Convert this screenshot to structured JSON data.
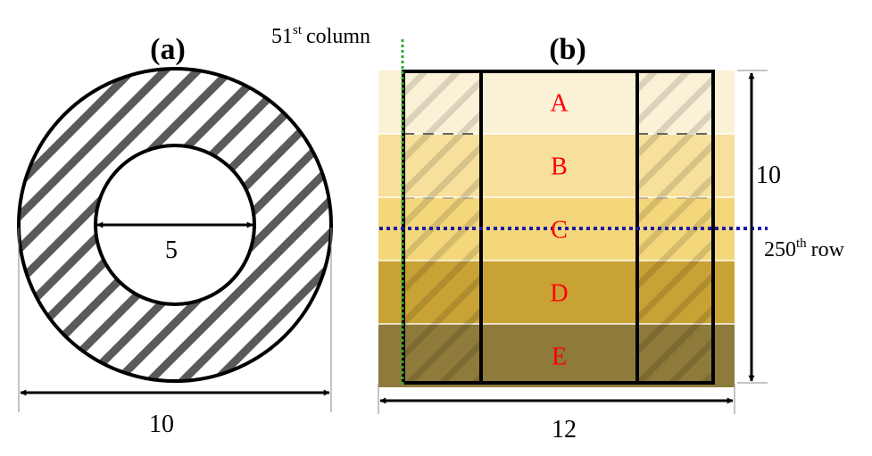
{
  "panel_a": {
    "title": "(a)",
    "inner_diameter": "5",
    "outer_diameter": "10"
  },
  "panel_b": {
    "title": "(b)",
    "layers": [
      {
        "label": "A",
        "color": "#fbf1d6"
      },
      {
        "label": "B",
        "color": "#f7df9c"
      },
      {
        "label": "C",
        "color": "#f4d77a"
      },
      {
        "label": "D",
        "color": "#c9a235"
      },
      {
        "label": "E",
        "color": "#8e7a3a"
      }
    ],
    "height_label": "10",
    "width_label": "12",
    "column_annotation": {
      "number": "51",
      "suffix": "st",
      "word": "column"
    },
    "row_annotation": {
      "number": "250",
      "suffix": "th",
      "word": "row"
    }
  },
  "colors": {
    "hatch": "#5a5a5a",
    "layer_text": "#ff0000",
    "row_line": "#1a1aaa",
    "column_line": "#33aa33",
    "outline": "#000000"
  }
}
